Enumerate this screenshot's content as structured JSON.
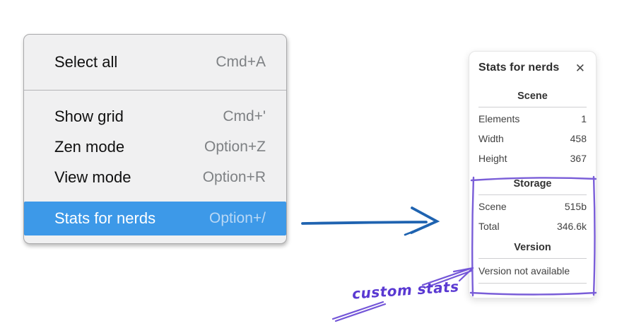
{
  "menu": {
    "items": [
      {
        "label": "Select all",
        "shortcut": "Cmd+A",
        "highlighted": false
      },
      {
        "label": "Show grid",
        "shortcut": "Cmd+'",
        "highlighted": false
      },
      {
        "label": "Zen mode",
        "shortcut": "Option+Z",
        "highlighted": false
      },
      {
        "label": "View mode",
        "shortcut": "Option+R",
        "highlighted": false
      },
      {
        "label": "Stats for nerds",
        "shortcut": "Option+/",
        "highlighted": true
      }
    ]
  },
  "panel": {
    "title": "Stats for nerds",
    "close_icon": "✕",
    "sections": [
      {
        "heading": "Scene",
        "rows": [
          {
            "label": "Elements",
            "value": "1"
          },
          {
            "label": "Width",
            "value": "458"
          },
          {
            "label": "Height",
            "value": "367"
          }
        ]
      },
      {
        "heading": "Storage",
        "rows": [
          {
            "label": "Scene",
            "value": "515b"
          },
          {
            "label": "Total",
            "value": "346.6k"
          }
        ]
      },
      {
        "heading": "Version",
        "note": "Version not available"
      }
    ]
  },
  "annotations": {
    "custom_stats_label": "custom stats",
    "flow_arrow_color": "#1f63b0",
    "annotation_color": "#7157d9",
    "highlight_color": "#3d99e8"
  }
}
